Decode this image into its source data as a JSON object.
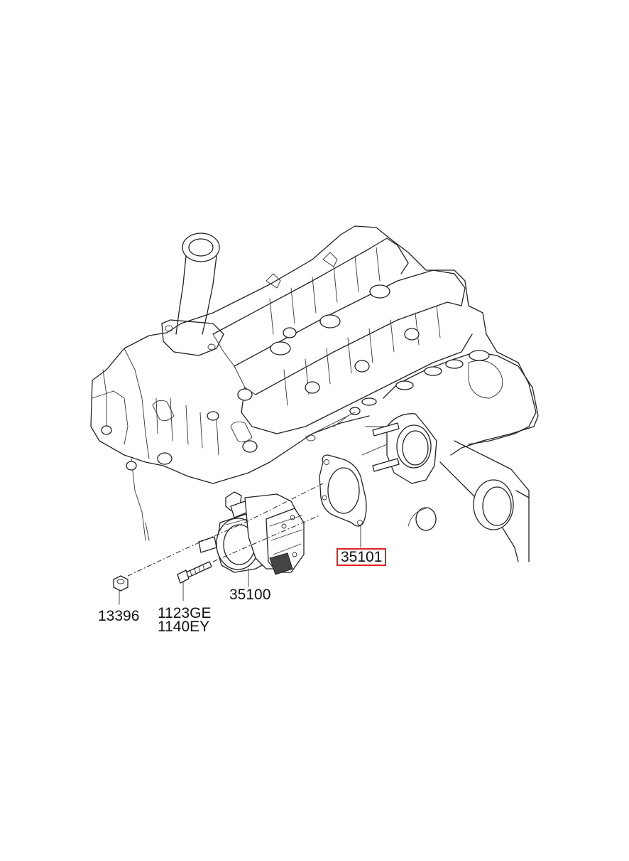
{
  "callouts": {
    "p13396": "13396",
    "p1123ge": "1123GE",
    "p1140ey": "1140EY",
    "p35100": "35100",
    "p35101": "35101"
  },
  "highlight": {
    "part": "35101",
    "color": "#e02020"
  }
}
